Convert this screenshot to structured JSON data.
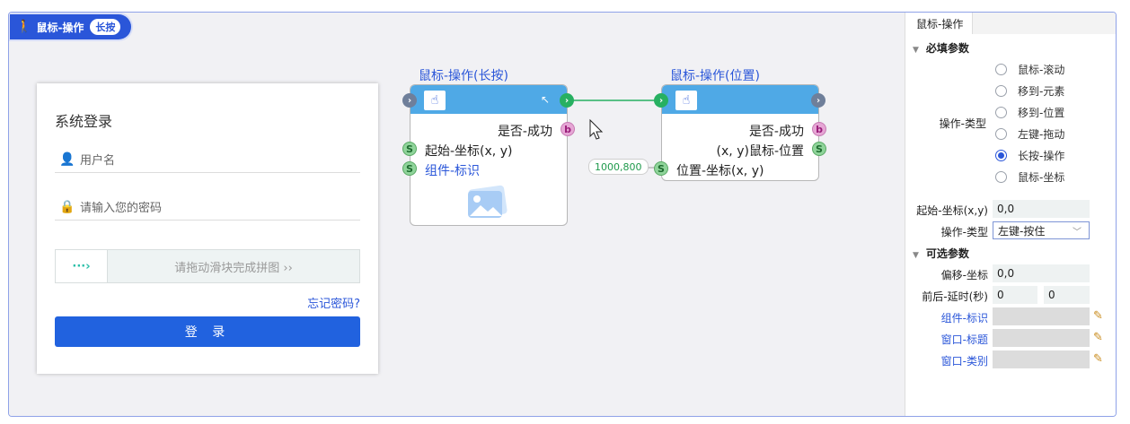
{
  "badge": {
    "title": "鼠标-操作",
    "pill": "长按"
  },
  "login": {
    "title": "系统登录",
    "username_placeholder": "用户名",
    "password_placeholder": "请输入您的密码",
    "slider_handle": "···›",
    "slider_text": "请拖动滑块完成拼图 ››",
    "forgot": "忘记密码?",
    "submit": "登 录"
  },
  "node1": {
    "label": "鼠标-操作(长按)",
    "out_success": "是否-成功",
    "in_start": "起始-坐标(x, y)",
    "in_component": "组件-标识"
  },
  "node2": {
    "label": "鼠标-操作(位置)",
    "out_success": "是否-成功",
    "out_position": "(x, y)鼠标-位置",
    "in_position": "位置-坐标(x, y)"
  },
  "connector": {
    "coord_value": "1000,800"
  },
  "ports": {
    "s": "S",
    "b": "b"
  },
  "panel": {
    "tab": "鼠标-操作",
    "required_title": "必填参数",
    "op_type_label": "操作-类型",
    "op_options": [
      {
        "label": "鼠标-滚动",
        "selected": false
      },
      {
        "label": "移到-元素",
        "selected": false
      },
      {
        "label": "移到-位置",
        "selected": false
      },
      {
        "label": "左键-拖动",
        "selected": false
      },
      {
        "label": "长按-操作",
        "selected": true
      },
      {
        "label": "鼠标-坐标",
        "selected": false
      }
    ],
    "start_label": "起始-坐标(x,y)",
    "start_value": "0,0",
    "op_type2_label": "操作-类型",
    "op_type2_value": "左键-按住",
    "optional_title": "可选参数",
    "offset_label": "偏移-坐标",
    "offset_value": "0,0",
    "delay_label": "前后-延时(秒)",
    "delay_before": "0",
    "delay_after": "0",
    "component_label": "组件-标识",
    "window_title_label": "窗口-标题",
    "window_class_label": "窗口-类别"
  },
  "colors": {
    "accent": "#2a56d9",
    "node_bar": "#4fa9e6",
    "success_green": "#27b061"
  }
}
